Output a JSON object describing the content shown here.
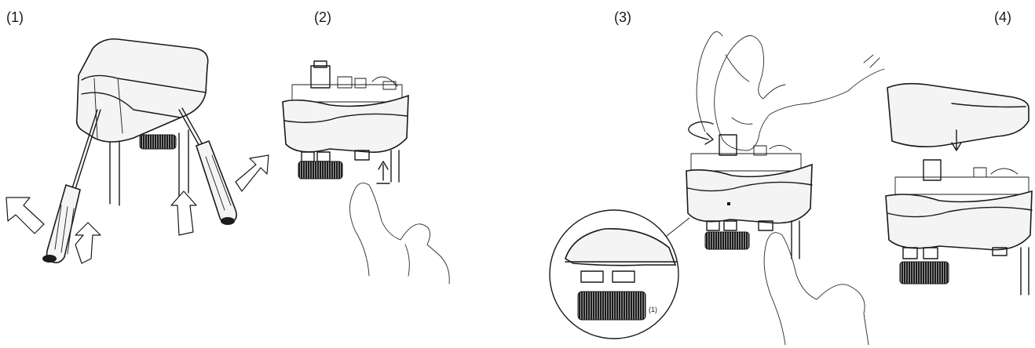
{
  "steps": [
    {
      "label": "(1)"
    },
    {
      "label": "(2)"
    },
    {
      "label": "(3)"
    },
    {
      "label": "(4)"
    }
  ],
  "detail_callout": {
    "label": "(1)"
  }
}
